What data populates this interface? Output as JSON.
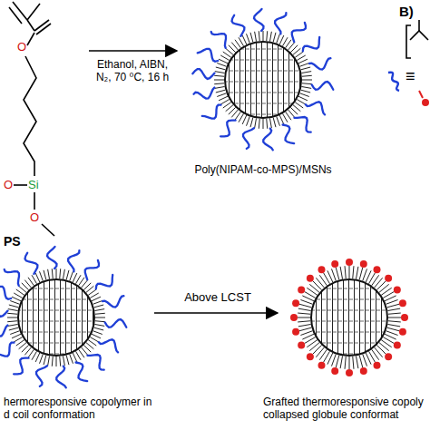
{
  "diagram": {
    "labels": [
      "O",
      "Si",
      "O",
      "O",
      "PS",
      "Ethanol, AIBN, N₂, 70 ⁰C, 16 h",
      "Poly(NIPAM-co-MPS)/MSNs",
      "B)",
      "≡",
      "Above LCST",
      "hermoresponsive copolymer in d coil conformation",
      "Grafted thermoresponsive copoly collapsed globule conformat"
    ]
  }
}
